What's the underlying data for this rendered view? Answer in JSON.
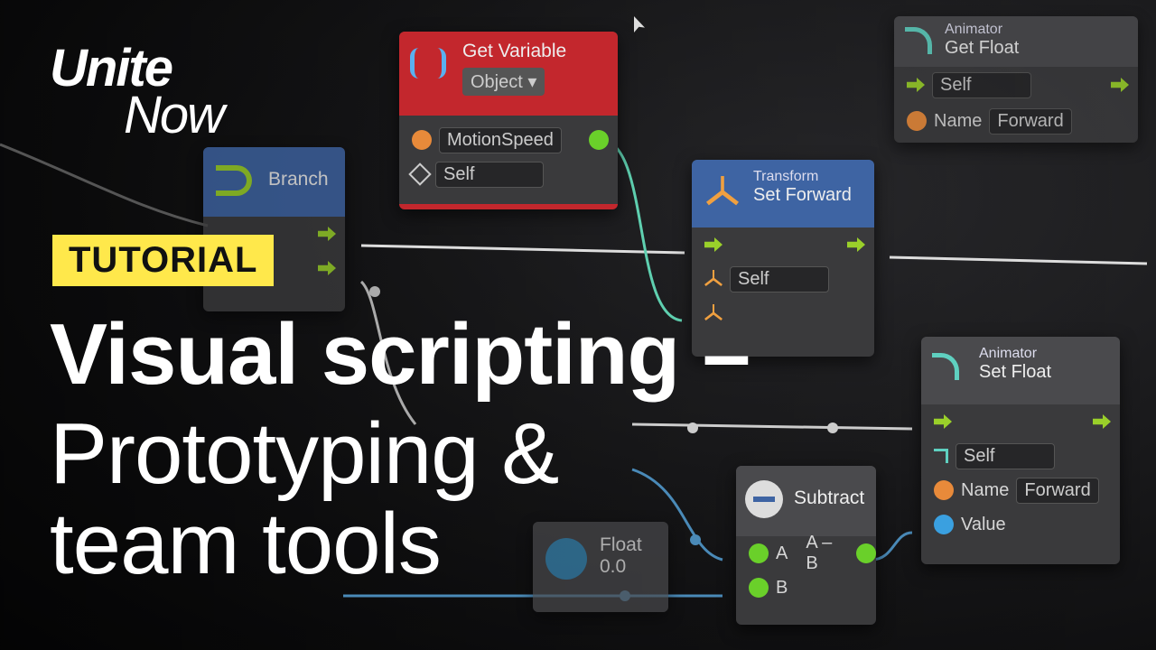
{
  "brand": {
    "line1": "Unite",
    "line2": "Now"
  },
  "badge": "TUTORIAL",
  "title": {
    "line1": "Visual scripting –",
    "line2": "Prototyping &",
    "line3": "team tools"
  },
  "colors": {
    "badge": "#ffe84b",
    "red_header": "#c3272d",
    "blue_header": "#3e64a3",
    "wire_teal": "#5fd0b0",
    "wire_blue": "#4a8ab8"
  },
  "nodes": {
    "get_variable": {
      "title": "Get Variable",
      "type": "Object ▾",
      "name_value": "MotionSpeed",
      "target": "Self"
    },
    "branch": {
      "title": "Branch"
    },
    "set_forward": {
      "category": "Transform",
      "title": "Set Forward",
      "target": "Self"
    },
    "get_float": {
      "category": "Animator",
      "title": "Get Float",
      "target": "Self",
      "name_label": "Name",
      "name_value": "Forward"
    },
    "set_float": {
      "category": "Animator",
      "title": "Set Float",
      "target": "Self",
      "name_label": "Name",
      "name_value": "Forward",
      "value_label": "Value"
    },
    "subtract": {
      "title": "Subtract",
      "a": "A",
      "b": "B",
      "out": "A – B"
    },
    "float": {
      "title": "Float",
      "value": "0.0"
    }
  }
}
